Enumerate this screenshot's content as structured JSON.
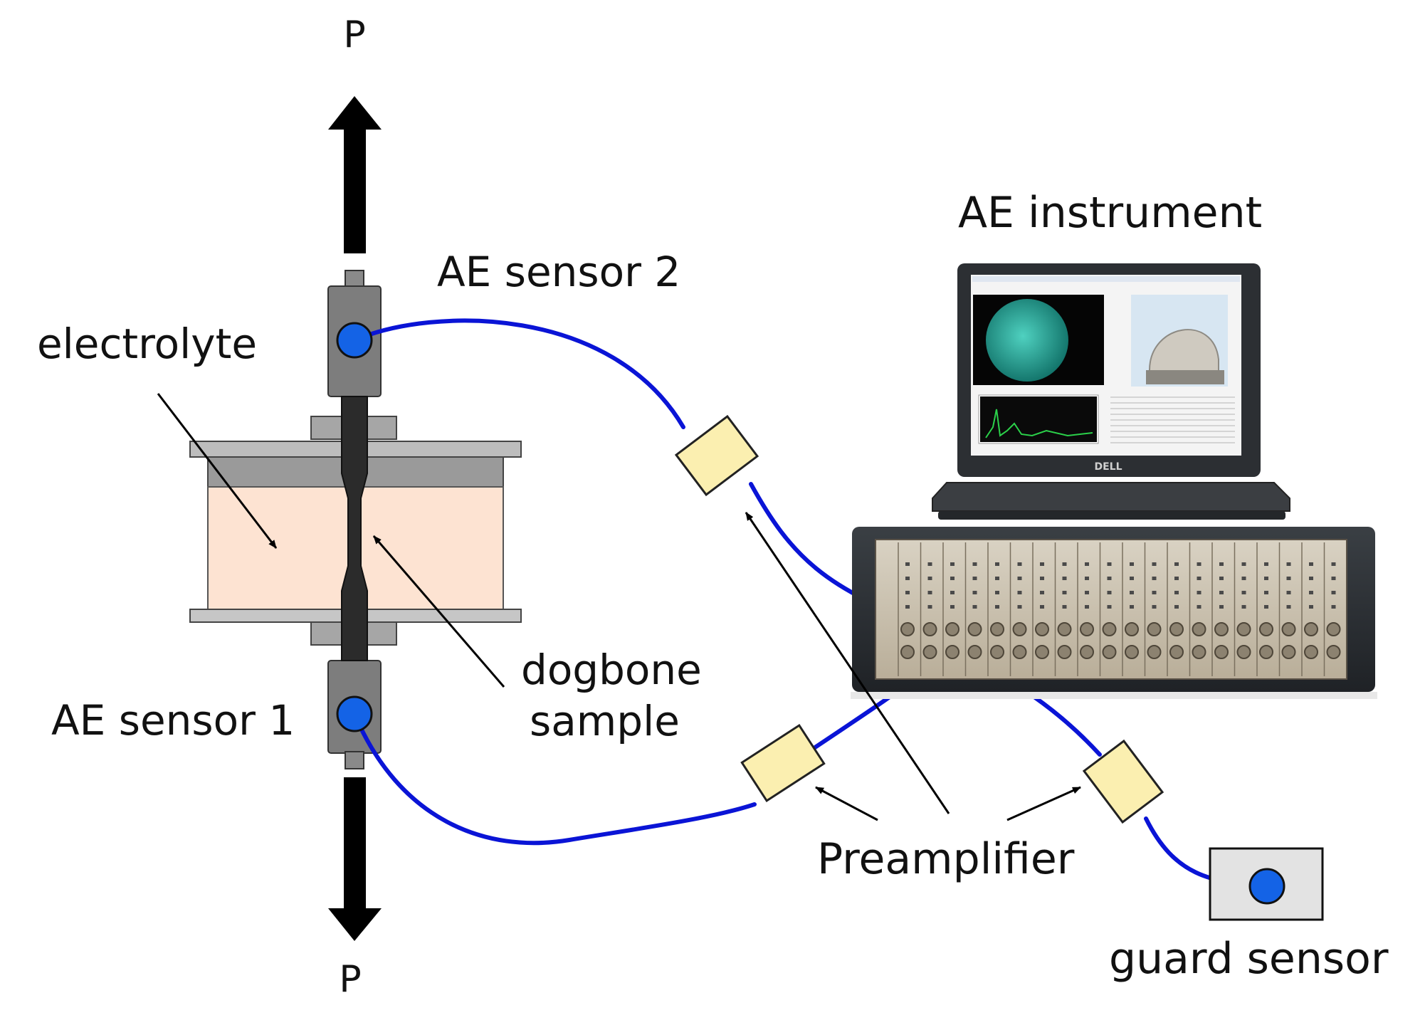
{
  "labels": {
    "load_top": "P",
    "load_bottom": "P",
    "electrolyte": "electrolyte",
    "ae_sensor_2": "AE sensor 2",
    "ae_sensor_1": "AE sensor 1",
    "dogbone_line1": "dogbone",
    "dogbone_line2": "sample",
    "ae_instrument": "AE instrument",
    "preamplifier": "Preamplifier",
    "guard_sensor": "guard sensor",
    "laptop_brand": "DELL"
  },
  "colors": {
    "cable": "#0a14d6",
    "sensor_dot": "#1463e6",
    "preamp": "#fbefb0",
    "electrolyte": "#fde3d2",
    "fixture": "#808080",
    "load_arrow": "#000000"
  },
  "icons": {
    "screen_left": "dome-image",
    "screen_right": "observatory-photo",
    "screen_bottom": "waveform-plot"
  }
}
